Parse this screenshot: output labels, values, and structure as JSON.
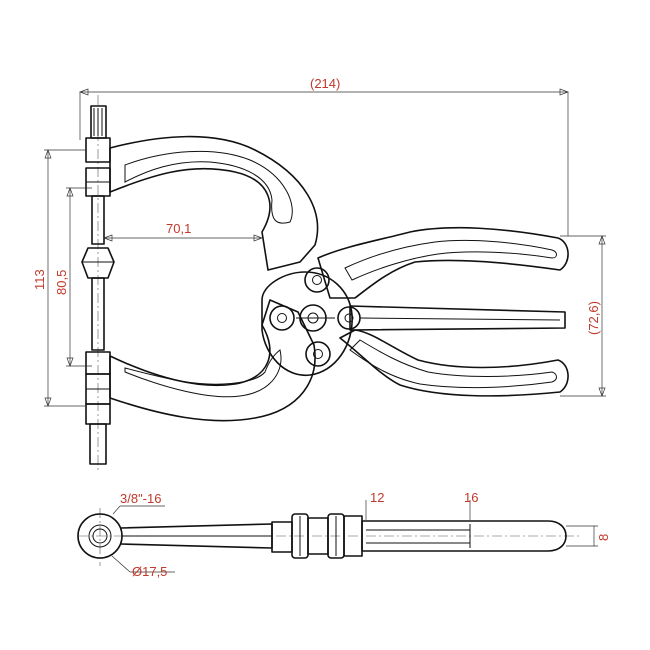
{
  "colors": {
    "dimension_text": "#c0392b",
    "line": "#111111",
    "background": "#ffffff"
  },
  "front_view": {
    "overall_length": "(214)",
    "overall_height": "113",
    "jaw_opening": "80,5",
    "throat_depth": "70,1",
    "handle_span": "(72,6)"
  },
  "side_view": {
    "thread": "3/8\"-16",
    "pad_diameter": "Ø17,5",
    "handle_dim_a": "12",
    "handle_dim_b": "16",
    "handle_thickness": "8"
  }
}
